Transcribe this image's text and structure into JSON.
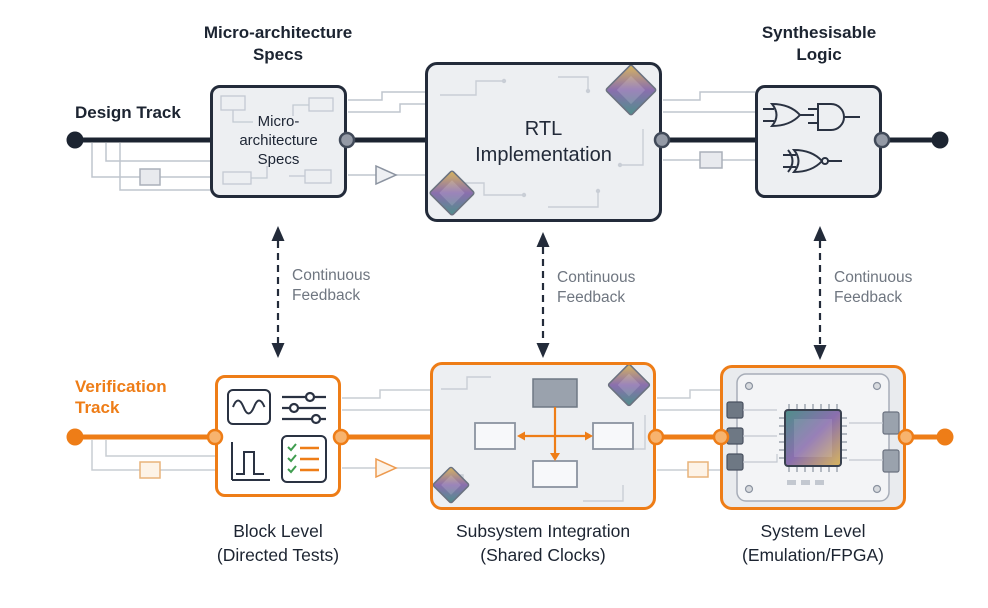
{
  "colors": {
    "design_track": "#1c2431",
    "verification_track": "#ee7d17",
    "feedback_text": "#6f7680",
    "box_background": "#edeff2",
    "node_gray": "#949aa6",
    "node_orange": "#f7b36e"
  },
  "design_track": {
    "label": "Design Track",
    "micro_specs": {
      "title_line1": "Micro-architecture",
      "title_line2": "Specs",
      "box_text": "Micro-architecture Specs"
    },
    "rtl": {
      "box_text": "RTL Implementation"
    },
    "synth": {
      "title_line1": "Synthesisable",
      "title_line2": "Logic"
    }
  },
  "feedback": {
    "line1": "Continuous",
    "line2": "Feedback"
  },
  "verification_track": {
    "label": "Verification Track",
    "captions": [
      {
        "line1": "Block Level",
        "line2": "(Directed Tests)"
      },
      {
        "line1": "Subsystem Integration",
        "line2": "(Shared Clocks)"
      },
      {
        "line1": "System Level",
        "line2": "(Emulation/FPGA)"
      }
    ]
  },
  "icons": {
    "design_boxes": [
      "circuit-schematic-icon",
      "chip-die-icon",
      "logic-gates-icon"
    ],
    "verification_boxes": [
      "sine-wave-icon",
      "sliders-icon",
      "step-signal-icon",
      "checklist-icon",
      "block-diagram-icon",
      "pcb-chip-icon"
    ]
  }
}
